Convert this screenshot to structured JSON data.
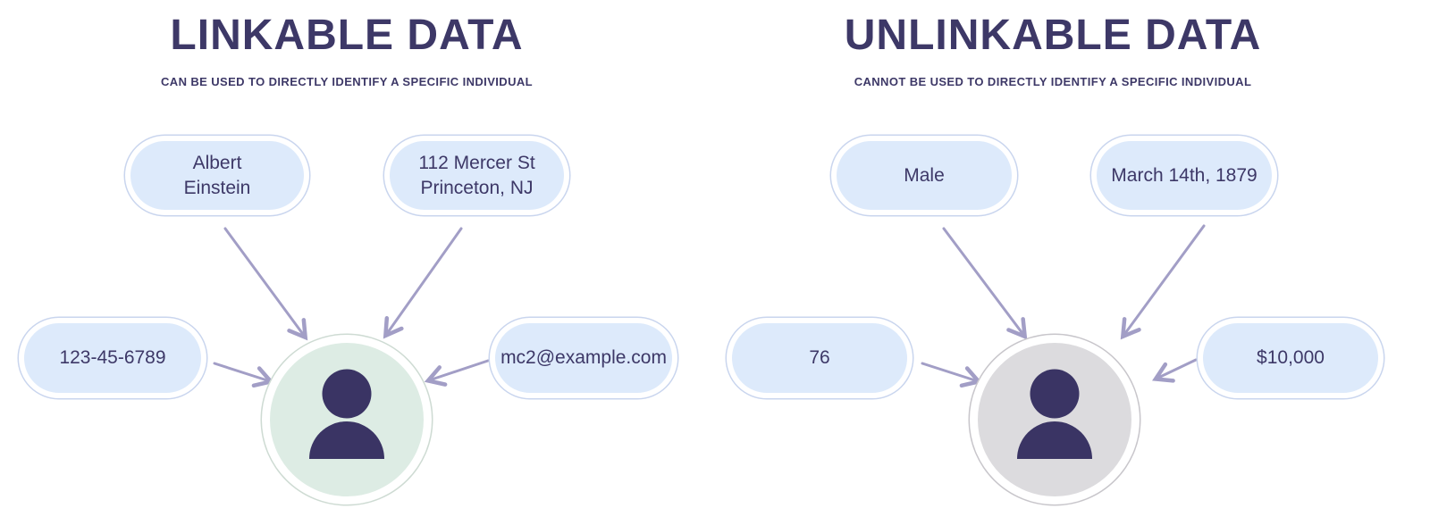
{
  "colors": {
    "ink": "#3d3867",
    "pill-fill": "#ddeafb",
    "pill-border": "#c9d5ee",
    "arrow": "#a29ec6",
    "avatar-linkable-fill": "#ddece4",
    "avatar-linkable-border": "#cedbd3",
    "avatar-unlinkable-fill": "#dcdbde",
    "avatar-unlinkable-border": "#c8c6cb",
    "person": "#3a3464",
    "background": "#ffffff"
  },
  "panels": [
    {
      "title": "LINKABLE DATA",
      "subtitle": "CAN BE USED TO DIRECTLY IDENTIFY A SPECIFIC INDIVIDUAL",
      "pills": [
        {
          "id": "name",
          "lines": [
            "Albert",
            "Einstein"
          ]
        },
        {
          "id": "address",
          "lines": [
            "112 Mercer St",
            "Princeton, NJ"
          ]
        },
        {
          "id": "ssn",
          "lines": [
            "123-45-6789"
          ]
        },
        {
          "id": "email",
          "lines": [
            "mc2@example.com"
          ]
        }
      ],
      "avatar": "person-icon"
    },
    {
      "title": "UNLINKABLE DATA",
      "subtitle": "CANNOT BE USED TO DIRECTLY IDENTIFY A SPECIFIC INDIVIDUAL",
      "pills": [
        {
          "id": "gender",
          "lines": [
            "Male"
          ]
        },
        {
          "id": "birthdate",
          "lines": [
            "March 14th, 1879"
          ]
        },
        {
          "id": "age",
          "lines": [
            "76"
          ]
        },
        {
          "id": "net-worth",
          "lines": [
            "$10,000"
          ]
        }
      ],
      "avatar": "person-icon"
    }
  ]
}
